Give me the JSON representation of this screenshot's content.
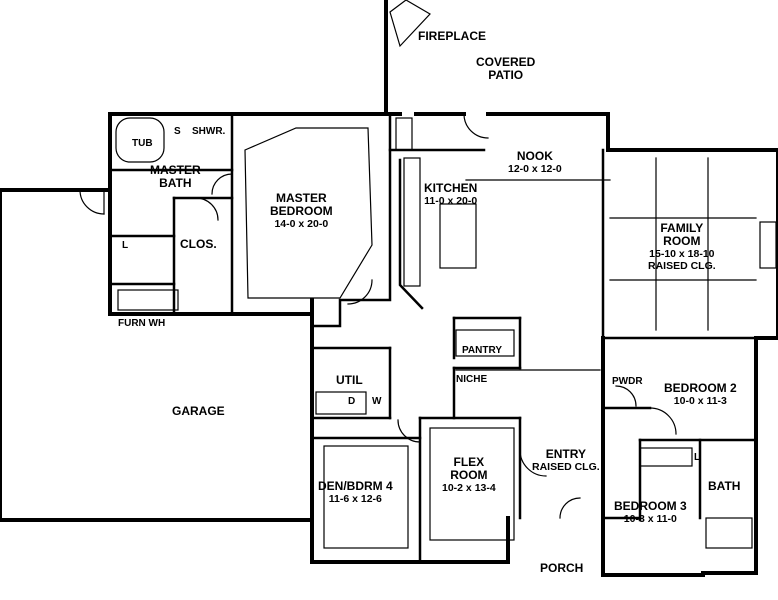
{
  "rooms": {
    "fireplace": "FIREPLACE",
    "covered_patio": {
      "line1": "COVERED",
      "line2": "PATIO"
    },
    "nook": {
      "name": "NOOK",
      "dims": "12-0 x 12-0"
    },
    "kitchen": {
      "name": "KITCHEN",
      "dims": "11-0 x 20-0"
    },
    "master_bedroom": {
      "line1": "MASTER",
      "line2": "BEDROOM",
      "dims": "14-0 x 20-0"
    },
    "master_bath": {
      "line1": "MASTER",
      "line2": "BATH"
    },
    "tub": "TUB",
    "shower_s": "S",
    "shower": "SHWR.",
    "closet": "CLOS.",
    "laundry_l": "L",
    "family_room": {
      "line1": "FAMILY",
      "line2": "ROOM",
      "dims": "15-10 x 18-10",
      "note": "RAISED CLG."
    },
    "furn_wh": "FURN WH",
    "pantry": "PANTRY",
    "niche": "NICHE",
    "util": "UTIL",
    "dryer": "D",
    "washer": "W",
    "garage": "GARAGE",
    "powder": "PWDR",
    "bedroom2": {
      "name": "BEDROOM 2",
      "dims": "10-0 x 11-3"
    },
    "bedroom3": {
      "name": "BEDROOM 3",
      "dims": "10-3 x 11-0"
    },
    "bath": "BATH",
    "bath_l": "L",
    "entry": {
      "name": "ENTRY",
      "note": "RAISED CLG."
    },
    "flex_room": {
      "line1": "FLEX",
      "line2": "ROOM",
      "dims": "10-2 x 13-4"
    },
    "den": {
      "name": "DEN/BDRM 4",
      "dims": "11-6 x 12-6"
    },
    "porch": "PORCH"
  }
}
